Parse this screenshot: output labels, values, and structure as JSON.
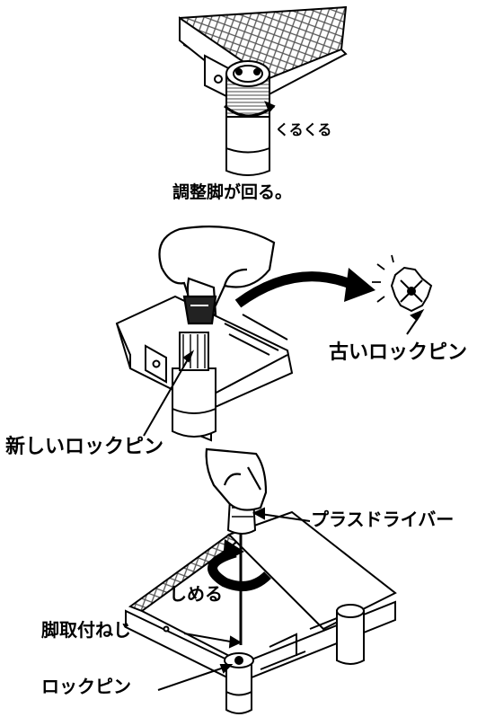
{
  "step1": {
    "spin_label": "くるくる",
    "caption": "調整脚が回る。"
  },
  "step2": {
    "old_pin_label": "古いロックピン",
    "new_pin_label": "新しいロックピン"
  },
  "step3": {
    "screwdriver_label": "プラスドライバー",
    "tighten_label": "しめる",
    "leg_screw_label": "脚取付ねじ",
    "lock_pin_label": "ロックピン"
  },
  "colors": {
    "line": "#000000",
    "background": "#ffffff",
    "hatch": "#555555"
  }
}
